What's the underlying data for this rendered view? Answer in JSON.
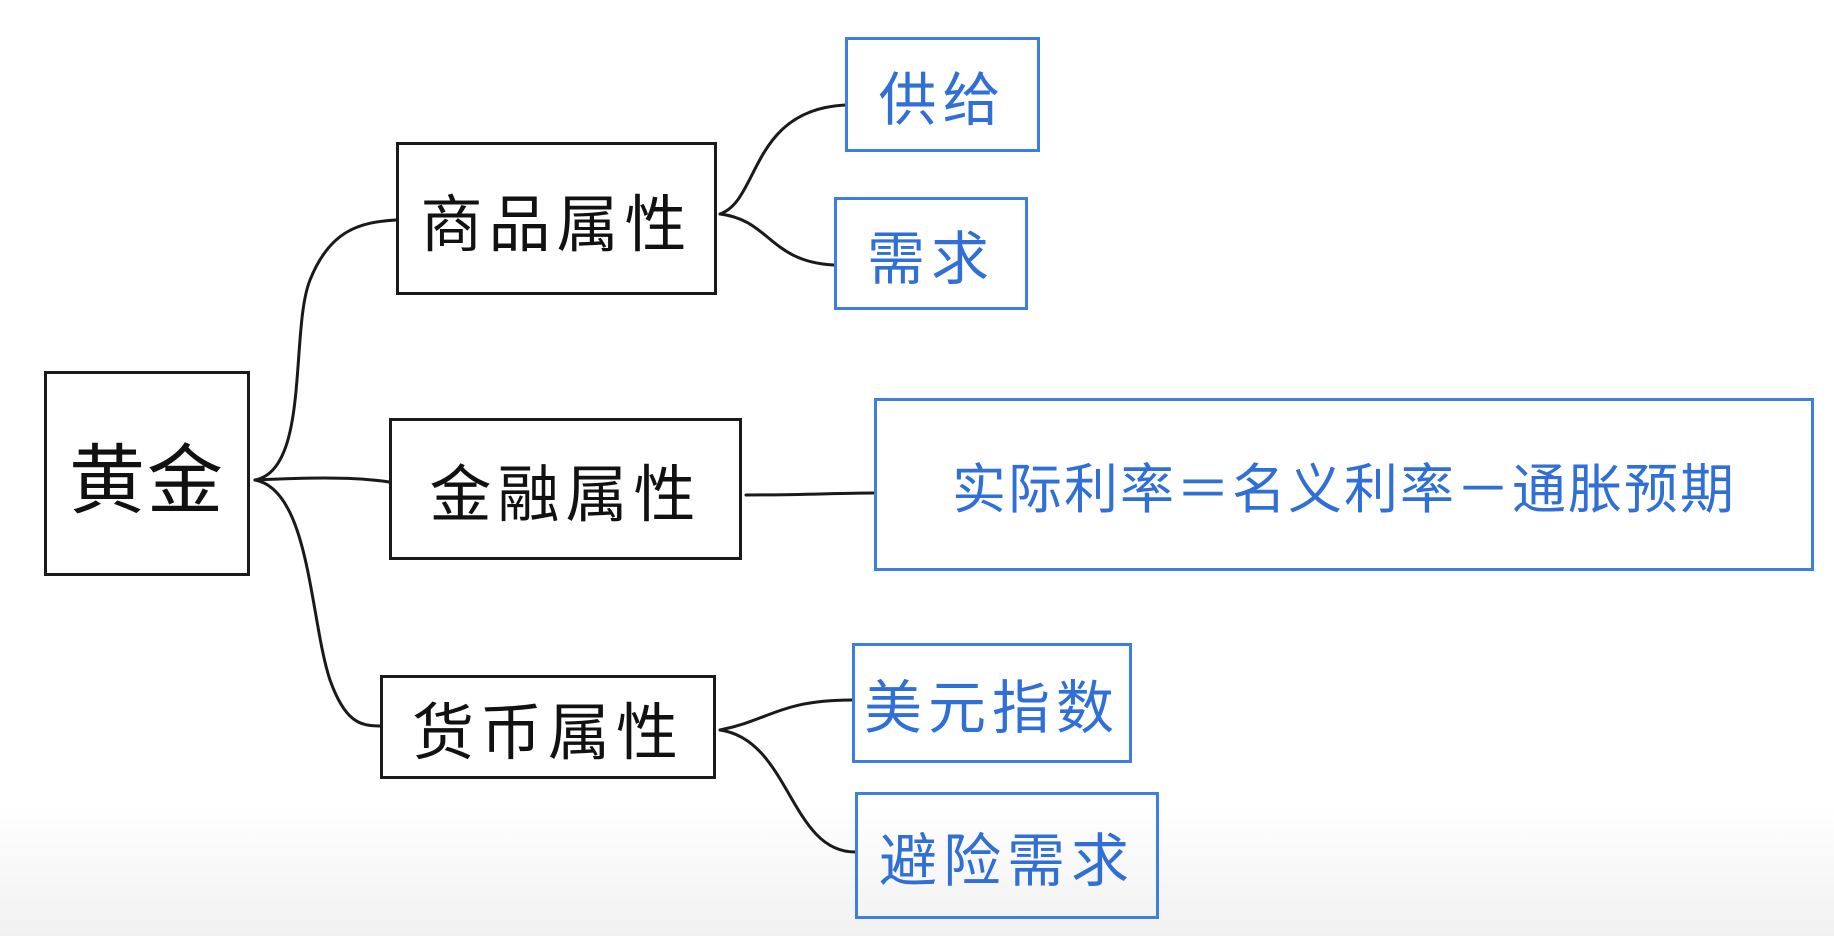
{
  "root": {
    "label": "黄金"
  },
  "categories": [
    {
      "label": "商品属性",
      "children": [
        "供给",
        "需求"
      ]
    },
    {
      "label": "金融属性",
      "children": [
        "实际利率＝名义利率－通胀预期"
      ]
    },
    {
      "label": "货币属性",
      "children": [
        "美元指数",
        "避险需求"
      ]
    }
  ],
  "colors": {
    "ink": "#1a1a1a",
    "accent_blue": "#3d7fe0"
  }
}
